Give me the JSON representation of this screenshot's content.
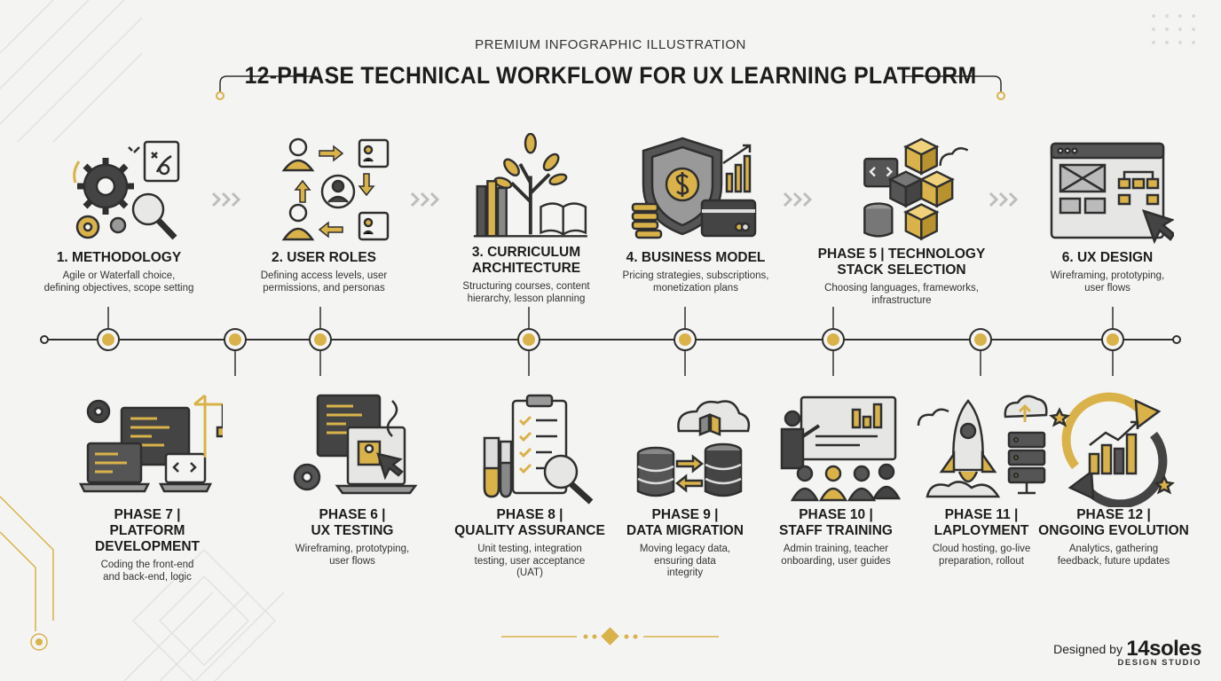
{
  "header": {
    "subtitle": "PREMIUM INFOGRAPHIC ILLUSTRATION",
    "title": "12-PHASE TECHNICAL WORKFLOW FOR UX LEARNING PLATFORM"
  },
  "colors": {
    "accent": "#d9b24a",
    "dark": "#2f2f2f",
    "mid": "#7a7a7a",
    "light": "#d8d8d8"
  },
  "phases_top": [
    {
      "title": "1. METHODOLOGY",
      "desc": "Agile or Waterfall choice,\ndefining objectives, scope setting",
      "icon": "gears-magnifier-icon"
    },
    {
      "title": "2. USER ROLES",
      "desc": "Defining access levels, user\npermissions, and personas",
      "icon": "user-roles-icon"
    },
    {
      "title": "3. CURRICULUM\nARCHITECTURE",
      "desc": "Structuring courses, content\nhierarchy, lesson planning",
      "icon": "knowledge-tree-icon"
    },
    {
      "title": "4. BUSINESS MODEL",
      "desc": "Pricing strategies, subscriptions,\nmonetization plans",
      "icon": "shield-dollar-icon"
    },
    {
      "title": "PHASE 5 | TECHNOLOGY\nSTACK SELECTION",
      "desc": "Choosing languages, frameworks,\ninfrastructure",
      "icon": "tech-stack-cubes-icon"
    },
    {
      "title": "6. UX DESIGN",
      "desc": "Wireframing, prototyping,\nuser flows",
      "icon": "wireframe-window-icon"
    }
  ],
  "phases_bottom": [
    {
      "title": "PHASE 7 |\nPLATFORM DEVELOPMENT",
      "desc": "Coding the front-end\nand back-end, logic",
      "icon": "devices-crane-icon"
    },
    {
      "title": "PHASE 6 |\nUX TESTING",
      "desc": "Wireframing, prototyping,\nuser flows",
      "icon": "laptop-cursor-icon"
    },
    {
      "title": "PHASE 8 |\nQUALITY ASSURANCE",
      "desc": "Unit testing, integration\ntesting, user acceptance\n(UAT)",
      "icon": "checklist-magnifier-icon"
    },
    {
      "title": "PHASE 9 |\nDATA MIGRATION",
      "desc": "Moving legacy data,\nensuring data\nintegrity",
      "icon": "database-transfer-icon"
    },
    {
      "title": "PHASE 10 |\nSTAFF TRAINING",
      "desc": "Admin training, teacher\nonboarding, user guides",
      "icon": "presentation-audience-icon"
    },
    {
      "title": "PHASE 11 |\nLAPLOYMENT",
      "desc": "Cloud hosting, go-live\npreparation, rollout",
      "icon": "rocket-server-icon"
    },
    {
      "title": "PHASE 12 |\nONGOING EVOLUTION",
      "desc": "Analytics, gathering\nfeedback, future updates",
      "icon": "growth-cycle-icon"
    }
  ],
  "credit": {
    "designed_by": "Designed by",
    "brand": "14soles",
    "studio": "DESIGN STUDIO"
  }
}
